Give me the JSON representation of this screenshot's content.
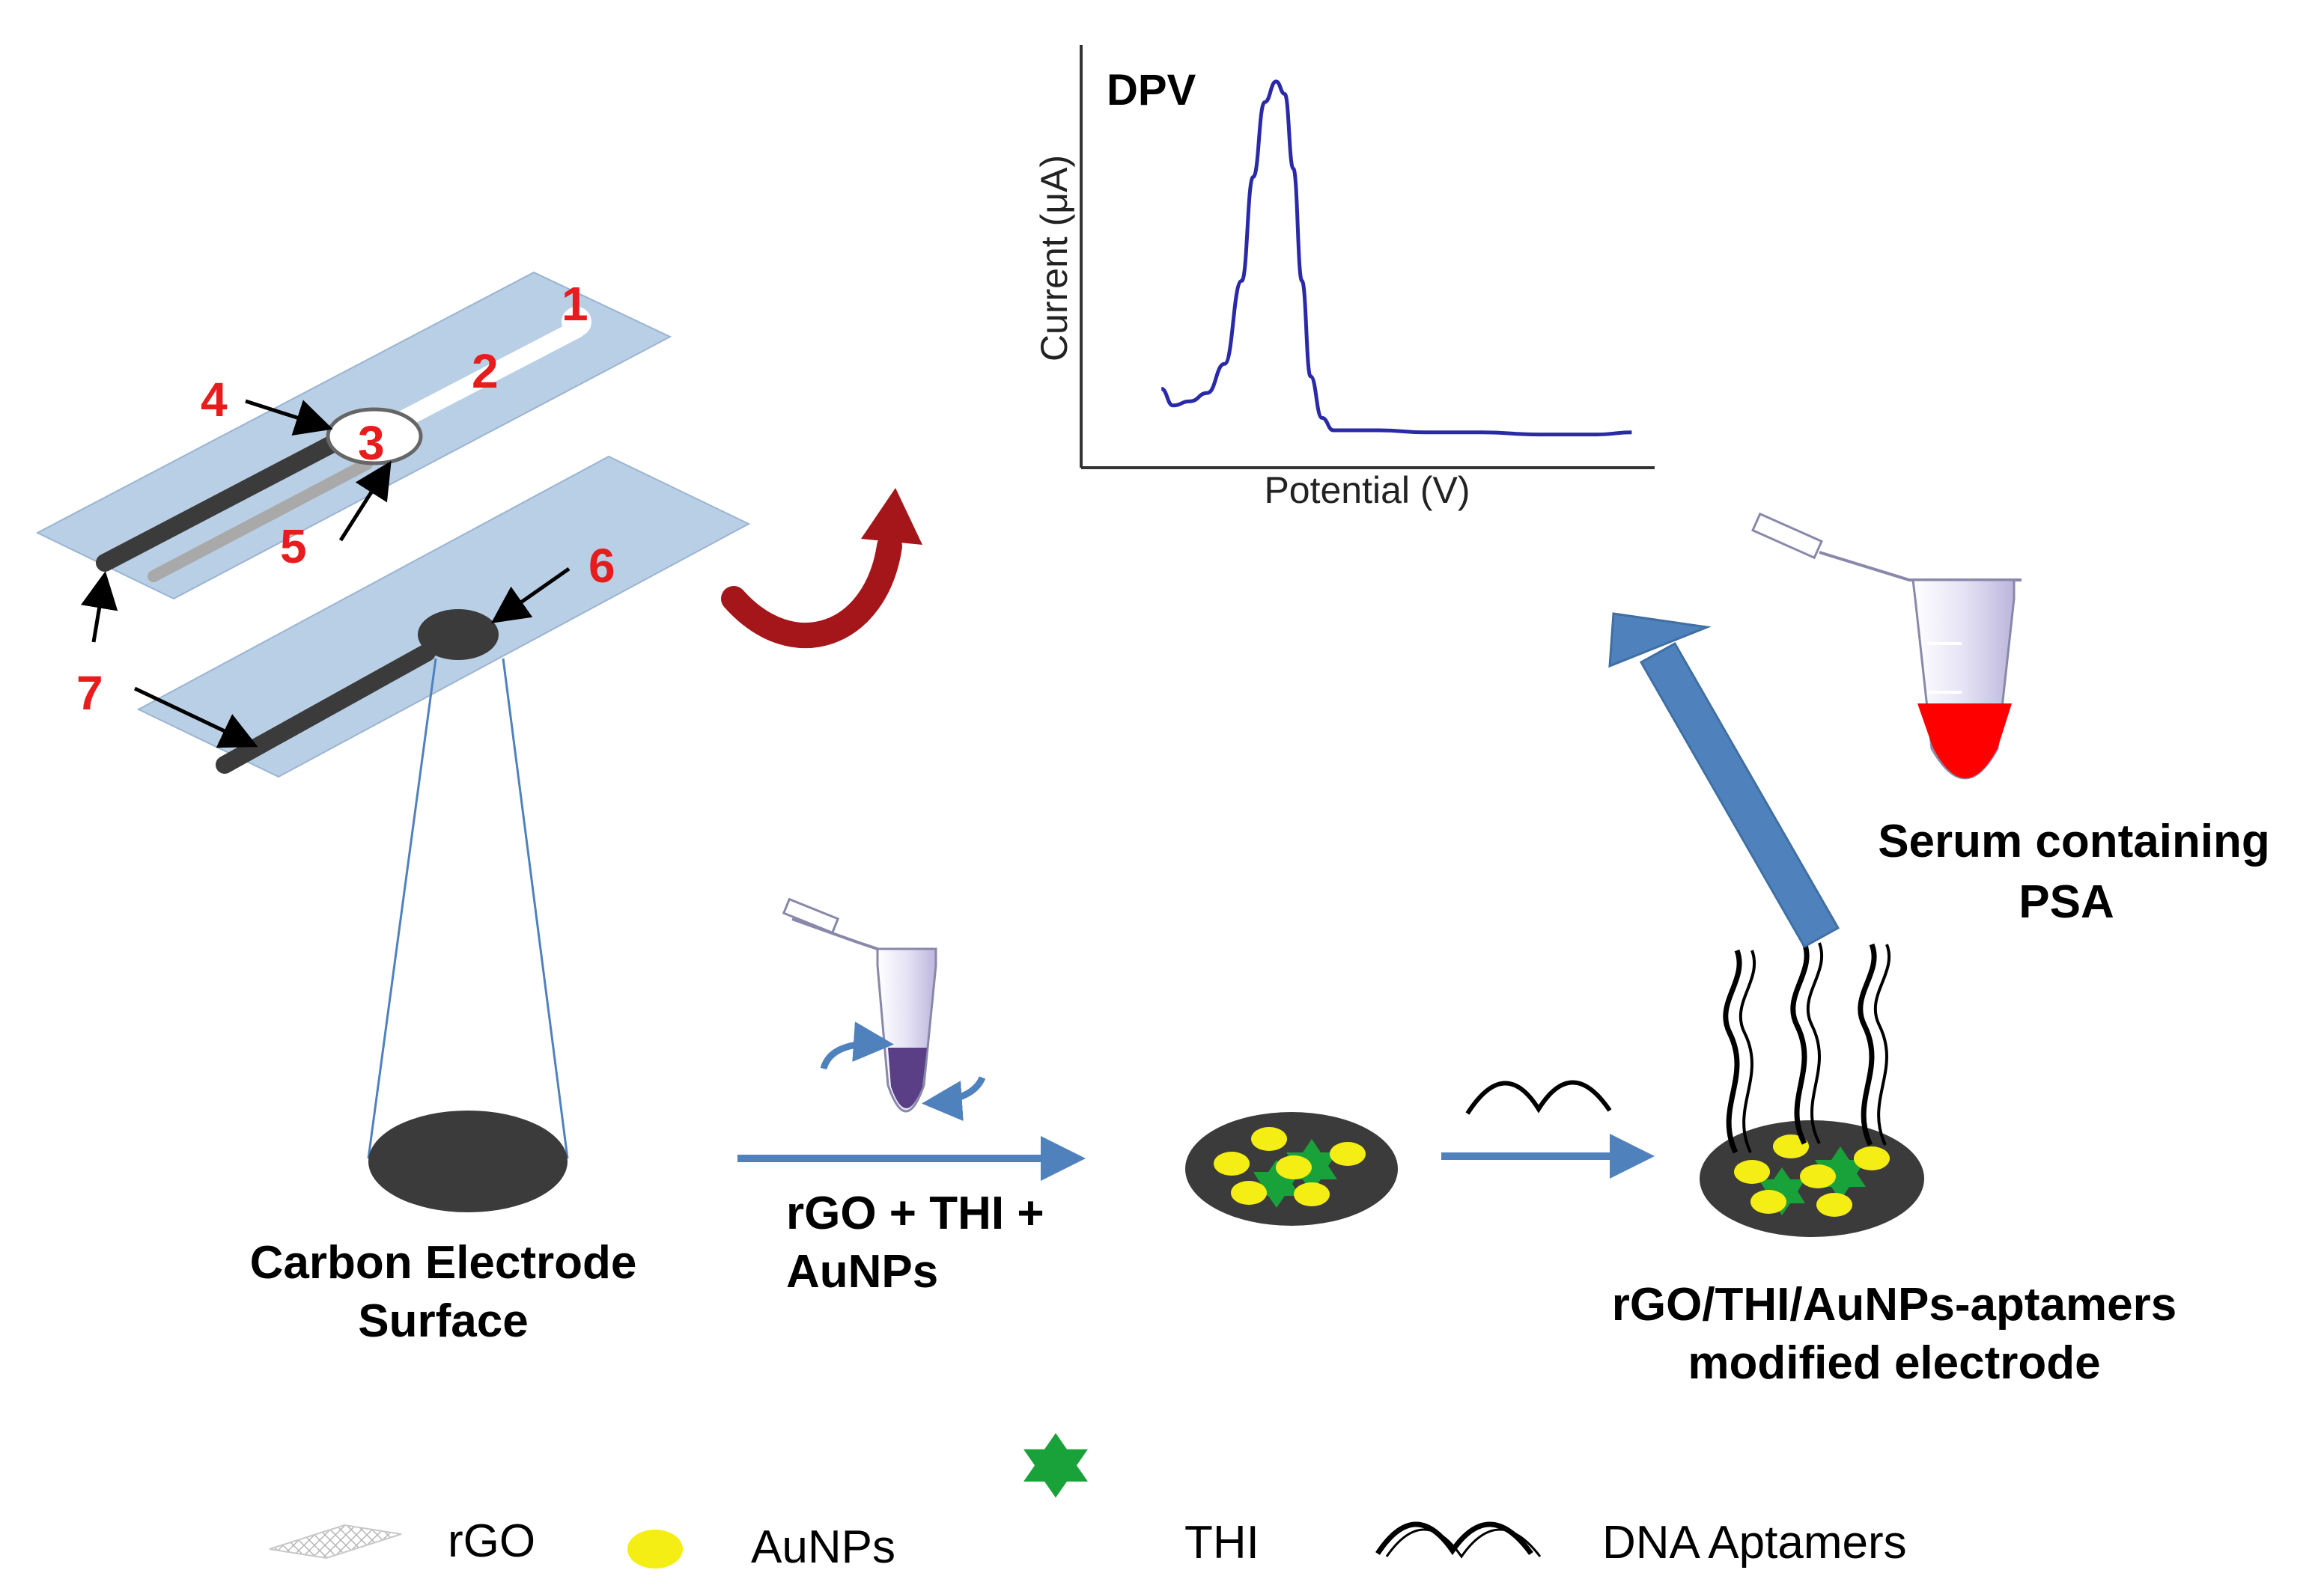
{
  "chart": {
    "title": "DPV",
    "xlabel": "Potential (V)",
    "ylabel": "Current (μA)"
  },
  "chart_data": {
    "type": "line",
    "title": "DPV",
    "xlabel": "Potential (V)",
    "ylabel": "Current (μA)",
    "xlim": [
      0,
      1
    ],
    "ylim": [
      0,
      1
    ],
    "series": [
      {
        "x": [
          0.14,
          0.16,
          0.19,
          0.22,
          0.25,
          0.28,
          0.3,
          0.32,
          0.34,
          0.355,
          0.37,
          0.385,
          0.4,
          0.42,
          0.44,
          0.47,
          0.52,
          0.6,
          0.7,
          0.8,
          0.9,
          0.96
        ],
        "y": [
          0.19,
          0.15,
          0.16,
          0.18,
          0.25,
          0.45,
          0.7,
          0.88,
          0.93,
          0.9,
          0.72,
          0.45,
          0.22,
          0.12,
          0.09,
          0.09,
          0.09,
          0.085,
          0.085,
          0.08,
          0.08,
          0.085
        ]
      }
    ]
  },
  "electrode": {
    "labels": [
      "1",
      "2",
      "3",
      "4",
      "5",
      "6",
      "7"
    ]
  },
  "steps": {
    "carbon_surface_line1": "Carbon Electrode",
    "carbon_surface_line2": "Surface",
    "reagent_line1": "rGO + THI +",
    "reagent_line2": "AuNPs",
    "modified_line1": "rGO/THI/AuNPs-aptamers",
    "modified_line2": "modified electrode",
    "serum_line1": "Serum containing",
    "serum_line2": "PSA"
  },
  "legend": {
    "items": [
      "rGO",
      "AuNPs",
      "THI",
      "DNA Aptamers"
    ]
  },
  "colors": {
    "electrode_strip": "#b9cfe6",
    "carbon": "#3b3b3b",
    "flow_arrow": "#4f81bd",
    "curve": "#2a2aa8",
    "rotate_arrow": "#a4161a",
    "aunp": "#f4ee14",
    "thi": "#1aa23a",
    "serum": "#ff0000",
    "number_labels": "#e81c1c"
  }
}
